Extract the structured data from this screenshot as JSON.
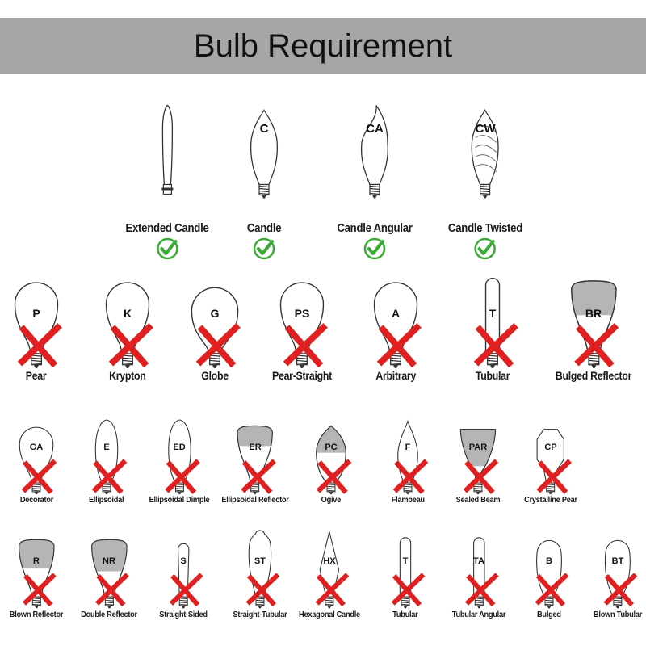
{
  "header": {
    "title": "Bulb Requirement"
  },
  "colors": {
    "banner": "#a6a6a6",
    "reject": "#e02020",
    "accept": "#3aaa35",
    "shade": "#b5b5b5"
  },
  "rows": [
    {
      "items": [
        {
          "code": "",
          "name": "Extended Candle",
          "status": "accepted",
          "icon": "check-icon"
        },
        {
          "code": "C",
          "name": "Candle",
          "status": "accepted",
          "icon": "check-icon"
        },
        {
          "code": "CA",
          "name": "Candle Angular",
          "status": "accepted",
          "icon": "check-icon"
        },
        {
          "code": "CW",
          "name": "Candle Twisted",
          "status": "accepted",
          "icon": "check-icon"
        }
      ]
    },
    {
      "items": [
        {
          "code": "P",
          "name": "Pear",
          "status": "rejected",
          "icon": "x-icon"
        },
        {
          "code": "K",
          "name": "Krypton",
          "status": "rejected",
          "icon": "x-icon"
        },
        {
          "code": "G",
          "name": "Globe",
          "status": "rejected",
          "icon": "x-icon"
        },
        {
          "code": "PS",
          "name": "Pear-Straight",
          "status": "rejected",
          "icon": "x-icon"
        },
        {
          "code": "A",
          "name": "Arbitrary",
          "status": "rejected",
          "icon": "x-icon"
        },
        {
          "code": "T",
          "name": "Tubular",
          "status": "rejected",
          "icon": "x-icon"
        },
        {
          "code": "BR",
          "name": "Bulged Reflector",
          "status": "rejected",
          "icon": "x-icon"
        }
      ]
    },
    {
      "items": [
        {
          "code": "GA",
          "name": "Decorator",
          "status": "rejected",
          "icon": "x-icon"
        },
        {
          "code": "E",
          "name": "Ellipsoidal",
          "status": "rejected",
          "icon": "x-icon"
        },
        {
          "code": "ED",
          "name": "Ellipsoidal Dimple",
          "status": "rejected",
          "icon": "x-icon"
        },
        {
          "code": "ER",
          "name": "Ellipsoidal Reflector",
          "status": "rejected",
          "icon": "x-icon"
        },
        {
          "code": "PC",
          "name": "Ogive",
          "status": "rejected",
          "icon": "x-icon"
        },
        {
          "code": "F",
          "name": "Flambeau",
          "status": "rejected",
          "icon": "x-icon"
        },
        {
          "code": "PAR",
          "name": "Sealed Beam",
          "status": "rejected",
          "icon": "x-icon"
        },
        {
          "code": "CP",
          "name": "Crystalline Pear",
          "status": "rejected",
          "icon": "x-icon"
        }
      ]
    },
    {
      "items": [
        {
          "code": "R",
          "name": "Blown Reflector",
          "status": "rejected",
          "icon": "x-icon"
        },
        {
          "code": "NR",
          "name": "Double Reflector",
          "status": "rejected",
          "icon": "x-icon"
        },
        {
          "code": "S",
          "name": "Straight-Sided",
          "status": "rejected",
          "icon": "x-icon"
        },
        {
          "code": "ST",
          "name": "Straight-Tubular",
          "status": "rejected",
          "icon": "x-icon"
        },
        {
          "code": "HX",
          "name": "Hexagonal Candle",
          "status": "rejected",
          "icon": "x-icon"
        },
        {
          "code": "T",
          "name": "Tubular",
          "status": "rejected",
          "icon": "x-icon"
        },
        {
          "code": "TA",
          "name": "Tubular Angular",
          "status": "rejected",
          "icon": "x-icon"
        },
        {
          "code": "B",
          "name": "Bulged",
          "status": "rejected",
          "icon": "x-icon"
        },
        {
          "code": "BT",
          "name": "Blown Tubular",
          "status": "rejected",
          "icon": "x-icon"
        }
      ]
    }
  ]
}
